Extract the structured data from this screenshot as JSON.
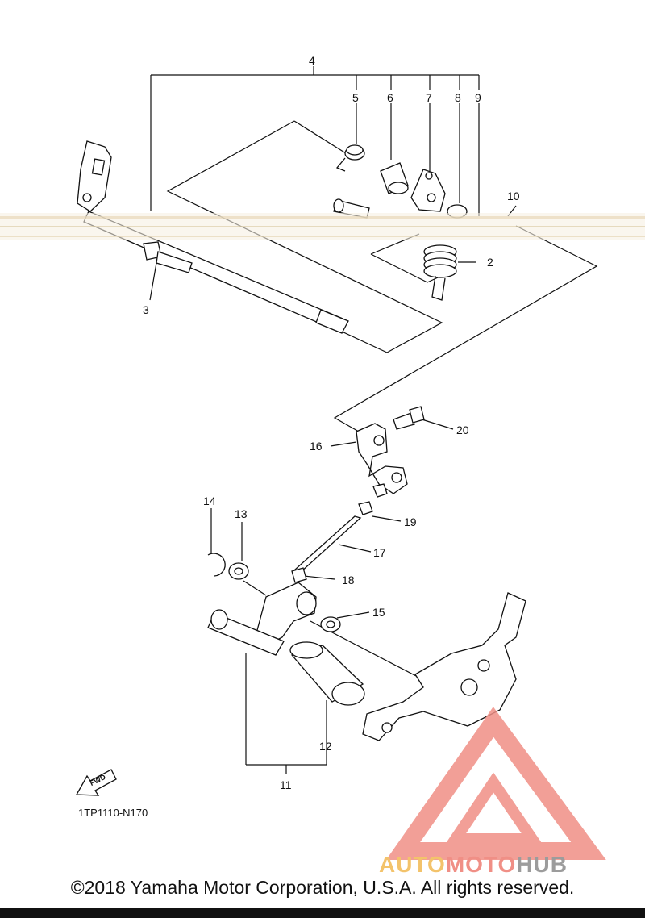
{
  "diagram": {
    "callouts": [
      "2",
      "3",
      "4",
      "5",
      "6",
      "7",
      "8",
      "9",
      "10",
      "11",
      "12",
      "13",
      "14",
      "15",
      "16",
      "17",
      "18",
      "19",
      "20"
    ],
    "drawing_code": "1TP1110-N170",
    "fwd_label": "FWD",
    "copyright": "©2018 Yamaha Motor Corporation, U.S.A. All rights reserved.",
    "watermark": {
      "part1": "AUTO",
      "part2": "MOTO",
      "part3": "HUB",
      "colors": {
        "part1": "#f3c36b",
        "part2": "#f08f86",
        "part3": "#9c9c9c",
        "logo": "#f08f86"
      }
    }
  }
}
